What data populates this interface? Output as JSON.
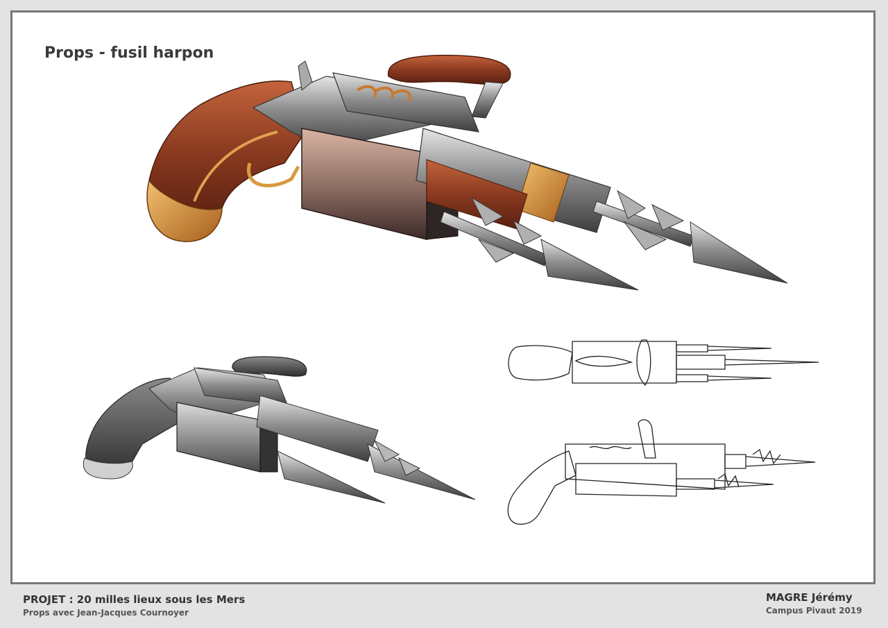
{
  "sheet": {
    "title": "Props - fusil harpon"
  },
  "footer": {
    "project_title": "PROJET : 20 milles lieux sous les Mers",
    "project_subtitle": "Props avec Jean-Jacques Cournoyer",
    "author_name": "MAGRE Jérémy",
    "author_school": "Campus Pivaut 2019"
  },
  "colors": {
    "background": "#e3e3e3",
    "board": "#ffffff",
    "board_border": "#777777",
    "wood": "#8a3a20",
    "brass": "#d08a3a",
    "steel": "#9a9a9a"
  },
  "artwork": [
    {
      "name": "harpoon-gun-color-render"
    },
    {
      "name": "harpoon-gun-greyscale-render"
    },
    {
      "name": "harpoon-gun-lineart-top-view"
    },
    {
      "name": "harpoon-gun-lineart-side-view"
    }
  ]
}
